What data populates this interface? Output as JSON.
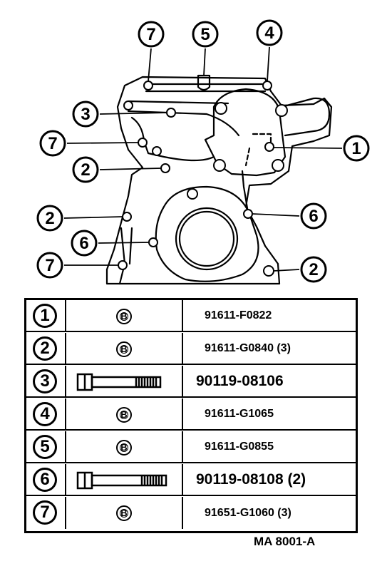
{
  "callouts": [
    "7",
    "5",
    "4",
    "3",
    "7",
    "2",
    "2",
    "6",
    "7",
    "1",
    "6",
    "2"
  ],
  "table": {
    "rows": [
      {
        "num": "1",
        "mark": "B",
        "part": "91611-F0822"
      },
      {
        "num": "2",
        "mark": "B",
        "part": "91611-G0840 (3)"
      },
      {
        "num": "3",
        "mark": "",
        "part": "90119-08106"
      },
      {
        "num": "4",
        "mark": "B",
        "part": "91611-G1065"
      },
      {
        "num": "5",
        "mark": "B",
        "part": "91611-G0855"
      },
      {
        "num": "6",
        "mark": "",
        "part": "90119-08108 (2)"
      },
      {
        "num": "7",
        "mark": "B",
        "part": "91651-G1060 (3)"
      }
    ]
  },
  "figure_code": "MA  8001-A"
}
